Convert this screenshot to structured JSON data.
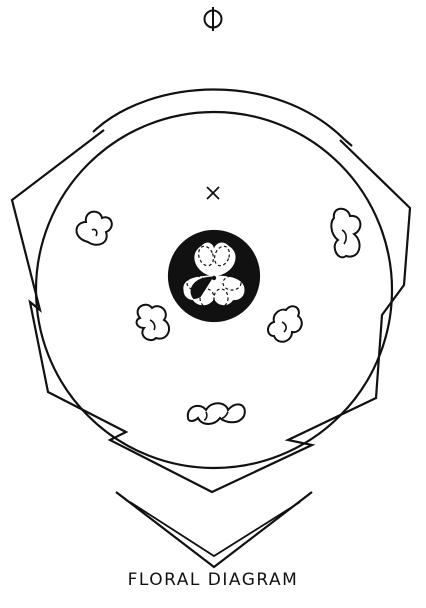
{
  "caption": "FLORAL DIAGRAM",
  "colors": {
    "ink": "#111111",
    "background": "#ffffff"
  },
  "symbols": {
    "axis_marker": "circle-with-vertical-bar",
    "bract_marker": "x"
  },
  "parts": {
    "stamen_count": 5,
    "ovule_lobe_count": 6
  }
}
